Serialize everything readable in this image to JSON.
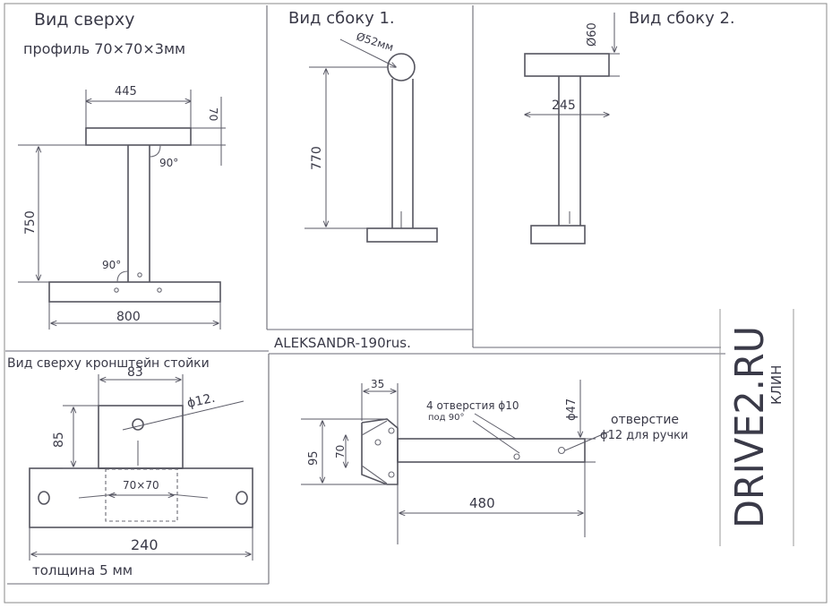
{
  "views": {
    "top": {
      "title": "Вид сверху",
      "profile": "профиль 70×70×3мм",
      "dims": {
        "bar_width": "445",
        "bar_height": "70",
        "stem_length": "750",
        "base_width": "800"
      },
      "angles": {
        "upper": "90°",
        "lower": "90°"
      }
    },
    "side1": {
      "title": "Вид сбоку 1.",
      "dims": {
        "diameter": "Ø52мм",
        "height": "770"
      }
    },
    "side2": {
      "title": "Вид сбоку 2.",
      "dims": {
        "diameter": "Ø60",
        "width": "245"
      }
    },
    "bracket": {
      "title": "Вид сверху кронштейн стойки",
      "dims": {
        "top_width": "83",
        "top_height": "85",
        "hole": "ϕ12.",
        "square": "70×70",
        "total_width": "240"
      },
      "thickness": "толщина 5 мм"
    },
    "side_detail": {
      "dims": {
        "flange_width": "35",
        "outer_height": "95",
        "inner_height": "70",
        "length": "480",
        "diameter": "ϕ47"
      },
      "note_holes_1": "4 отверстия ϕ10",
      "note_holes_2": "под 90°",
      "note_handle_1": "отверстие",
      "note_handle_2": "ϕ12 для ручки"
    }
  },
  "signature": "ALEKSANDR-190rus.",
  "watermark": {
    "brand": "DRIVE2.RU",
    "city": "КЛИН"
  },
  "colors": {
    "ink": "#55555f",
    "text": "#3a3a48",
    "paper": "#ffffff"
  }
}
